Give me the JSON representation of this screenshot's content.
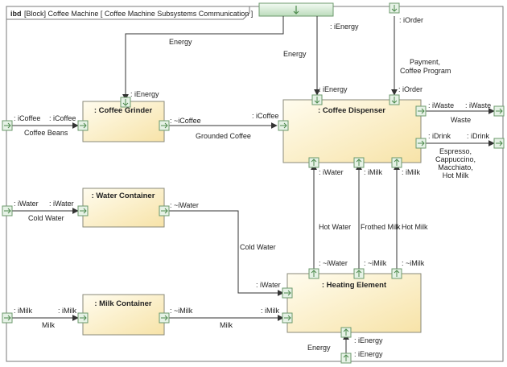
{
  "frame": {
    "kind": "ibd",
    "title": "[Block] Coffee Machine [ Coffee Machine Subsystems Communication ]"
  },
  "blocks": {
    "grinder": ": Coffee Grinder",
    "dispenser": ": Coffee Dispenser",
    "water": ": Water Container",
    "heating": ": Heating Element",
    "milk": ": Milk Container"
  },
  "ports": {
    "outer_ienergy_top": ": iEnergy",
    "outer_iorder": ": iOrder",
    "outer_icoffee": ": iCoffee",
    "outer_iwater": ": iWater",
    "outer_imilk": ": iMilk",
    "outer_iwaste": ": iWaste",
    "outer_idrink": ": iDrink",
    "outer_ienergy_bottom": ": iEnergy",
    "grinder_ienergy": ": iEnergy",
    "grinder_icoffee_in": ": iCoffee",
    "grinder_icoffee_out": ": ~iCoffee",
    "dispenser_icoffee": ": iCoffee",
    "dispenser_ienergy": ": iEnergy",
    "dispenser_iorder": ": iOrder",
    "dispenser_iwaste": ": iWaste",
    "dispenser_idrink": ": iDrink",
    "dispenser_iwater": ": iWater",
    "dispenser_imilk1": ": iMilk",
    "dispenser_imilk2": ": iMilk",
    "water_in": ": iWater",
    "water_out": ": ~iWater",
    "heating_iwater_top": ": ~iWater",
    "heating_imilk_top1": ": ~iMilk",
    "heating_imilk_top2": ": ~iMilk",
    "heating_iwater_left": ": iWater",
    "heating_imilk_left": ": iMilk",
    "heating_ienergy": ": iEnergy",
    "milk_in": ": iMilk",
    "milk_out": ": ~iMilk"
  },
  "flows": {
    "energy_grinder": "Energy",
    "energy_dispenser": "Energy",
    "payment": "Payment,",
    "coffee_program": "Coffee Program",
    "coffee_beans": "Coffee Beans",
    "grounded_coffee": "Grounded Coffee",
    "waste": "Waste",
    "drinks": [
      "Espresso,",
      "Cappuccino,",
      "Macchiato,",
      "Hot Milk"
    ],
    "cold_water_in": "Cold Water",
    "cold_water_heat": "Cold Water",
    "hot_water": "Hot Water",
    "frothed_milk": "Frothed Milk",
    "hot_milk": "Hot Milk",
    "milk_in": "Milk",
    "milk_heat": "Milk",
    "energy_heating": "Energy"
  },
  "colors": {
    "frame_border": "#7a7a7a",
    "block_border": "#8a8a7a",
    "block_fill_light": "#fffbe8",
    "block_fill_dark": "#f9e7b4",
    "port_fill": "#e6f2e6",
    "port_border": "#6c9a6c",
    "connector": "#333333",
    "top_tab_fill": "#d8ecd8"
  }
}
